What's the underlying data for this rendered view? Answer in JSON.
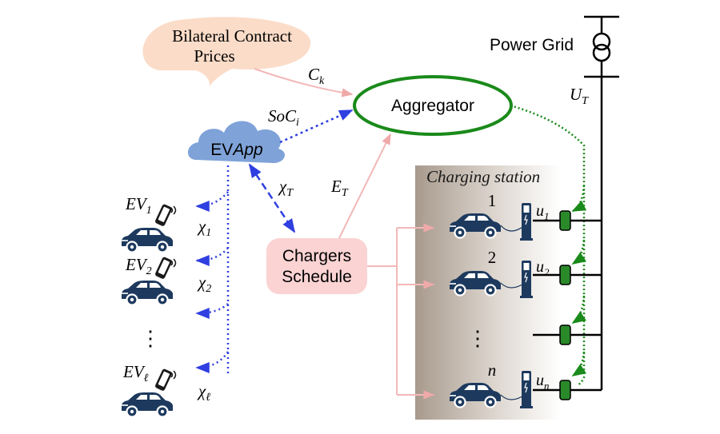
{
  "bilateral": {
    "line1": "Bilateral Contract",
    "line2": "Prices"
  },
  "aggregator": "Aggregator",
  "evapp": {
    "prefix": "EV",
    "suffix": "App"
  },
  "chargers": {
    "line1": "Chargers",
    "line2": "Schedule"
  },
  "power_grid": "Power Grid",
  "charging_station": "Charging station",
  "labels": {
    "ck": {
      "main": "C",
      "sub": "k"
    },
    "soc": {
      "main": "SoC",
      "sub": "i"
    },
    "chi_t": {
      "main": "χ",
      "sub": "T"
    },
    "e_t": {
      "main": "E",
      "sub": "T"
    },
    "u_t": {
      "main": "U",
      "sub": "T"
    }
  },
  "evs": [
    {
      "main": "EV",
      "sub": "1",
      "chi_main": "χ",
      "chi_sub": "1"
    },
    {
      "main": "EV",
      "sub": "2",
      "chi_main": "χ",
      "chi_sub": "2"
    },
    {
      "main": "EV",
      "sub": "ℓ",
      "chi_main": "χ",
      "chi_sub": "ℓ"
    }
  ],
  "stations": [
    {
      "num": "1",
      "u_main": "u",
      "u_sub": "1"
    },
    {
      "num": "2",
      "u_main": "u",
      "u_sub": "2"
    },
    {
      "num": "n",
      "u_main": "u",
      "u_sub": "n"
    }
  ],
  "ellipsis": "⋮",
  "colors": {
    "blue_link": "#2f3fe0",
    "green_link": "#1a8a1a",
    "pink_link": "#f3b8b8",
    "cloud": "#7fa3d8",
    "peach": "#fbdcc8",
    "pink_box": "#fbd3d3",
    "car": "#1d3a5e",
    "charger_green": "#2a8a2a"
  }
}
